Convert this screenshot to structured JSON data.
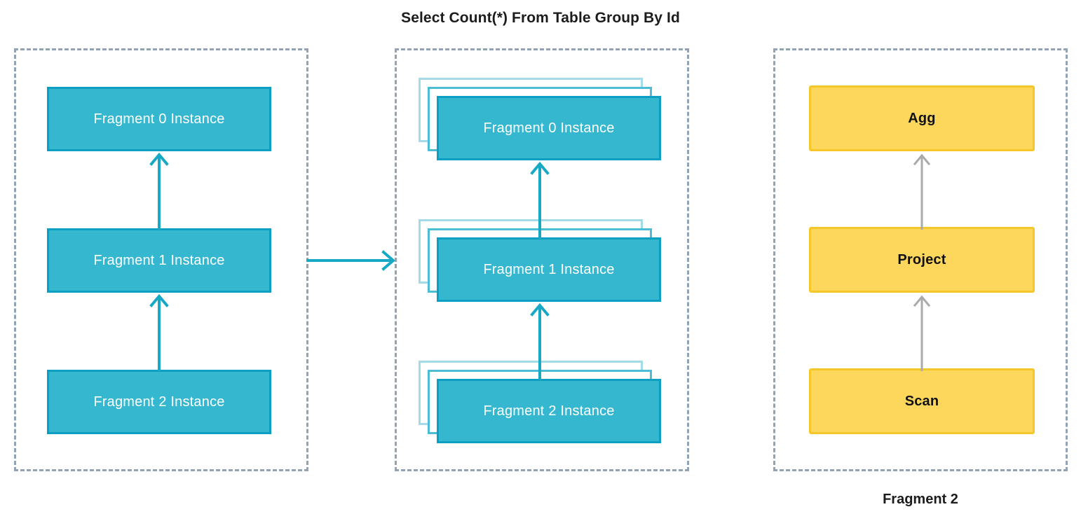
{
  "title": "Select Count(*) From Table Group By Id",
  "colors": {
    "teal_fill": "#35b7d0",
    "teal_border": "#0c9fc1",
    "teal_layer_mid": "#4cbdd5",
    "teal_layer_back": "#a3dce8",
    "yellow_fill": "#fcd75b",
    "yellow_border": "#f6c728",
    "panel_dashed": "#94a3b4",
    "arrow_teal": "#17a8c4",
    "arrow_gray": "#aaaaaa",
    "text_dark": "#1c1c1c",
    "text_light": "#ffffff"
  },
  "panels": [
    {
      "id": "logical-plan",
      "nodes": [
        {
          "label": "Fragment 0 Instance"
        },
        {
          "label": "Fragment 1 Instance"
        },
        {
          "label": "Fragment 2 Instance"
        }
      ]
    },
    {
      "id": "parallel-instances",
      "stack_depth": 3,
      "nodes": [
        {
          "label": "Fragment 0 Instance"
        },
        {
          "label": "Fragment 1 Instance"
        },
        {
          "label": "Fragment 2 Instance"
        }
      ]
    },
    {
      "id": "fragment-detail",
      "caption": "Fragment 2",
      "nodes": [
        {
          "label": "Agg"
        },
        {
          "label": "Project"
        },
        {
          "label": "Scan"
        }
      ]
    }
  ]
}
